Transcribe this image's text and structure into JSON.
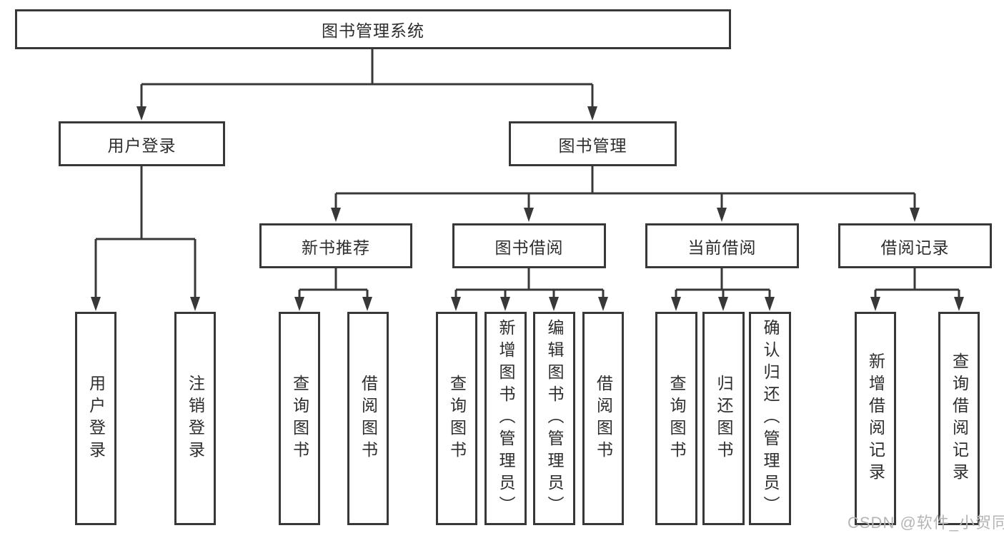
{
  "tree": {
    "root": "图书管理系统",
    "user_login": {
      "label": "用户登录",
      "children": [
        "用户登录",
        "注销登录"
      ]
    },
    "book_management": {
      "label": "图书管理",
      "sections": [
        {
          "label": "新书推荐",
          "children": [
            "查询图书",
            "借阅图书"
          ]
        },
        {
          "label": "图书借阅",
          "children": [
            "查询图书",
            "新增图书（管理员）",
            "编辑图书（管理员）",
            "借阅图书"
          ]
        },
        {
          "label": "当前借阅",
          "children": [
            "查询图书",
            "归还图书",
            "确认归还（管理员）"
          ]
        },
        {
          "label": "借阅记录",
          "children": [
            "新增借阅记录",
            "查询借阅记录"
          ]
        }
      ]
    }
  },
  "watermark": {
    "text": "CSDN @软件_小贺同学"
  },
  "colors": {
    "line": "#383838",
    "text": "#2d2d2d",
    "watermark": "#b5b5b5",
    "background": "#ffffff"
  }
}
